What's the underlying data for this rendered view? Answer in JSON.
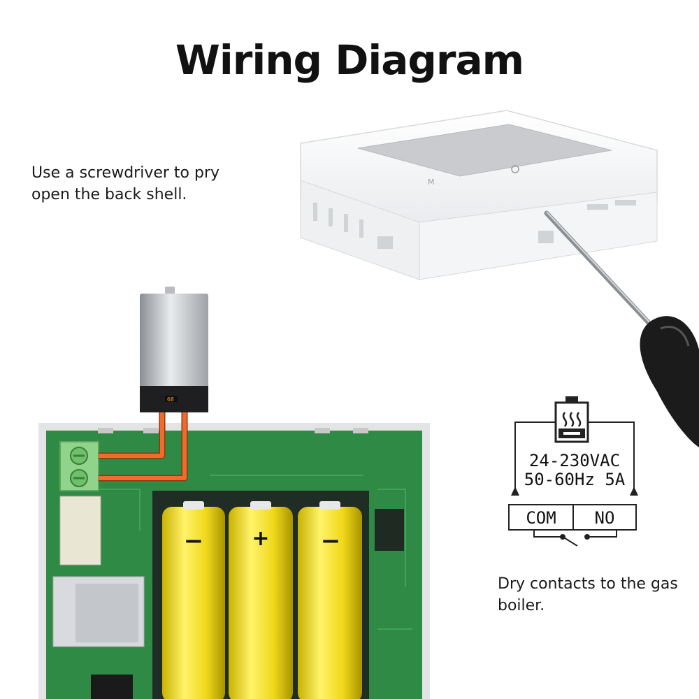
{
  "title": "Wiring Diagram",
  "captions": {
    "pry_instruction": "Use a screwdriver to pry open the back shell.",
    "dry_contacts": "Dry contacts to the gas boiler."
  },
  "schematic": {
    "voltage": "24-230VAC",
    "frequency_current": "50-60Hz 5A",
    "terminal_com": "COM",
    "terminal_no": "NO"
  },
  "batteries": {
    "left_sign": "−",
    "middle_sign": "+",
    "right_sign": "−"
  },
  "boiler_display": "68",
  "colors": {
    "pcb": "#2f8a45",
    "battery": "#f2de1f",
    "wire": "#f26b2a",
    "terminal": "#8fd48a"
  }
}
